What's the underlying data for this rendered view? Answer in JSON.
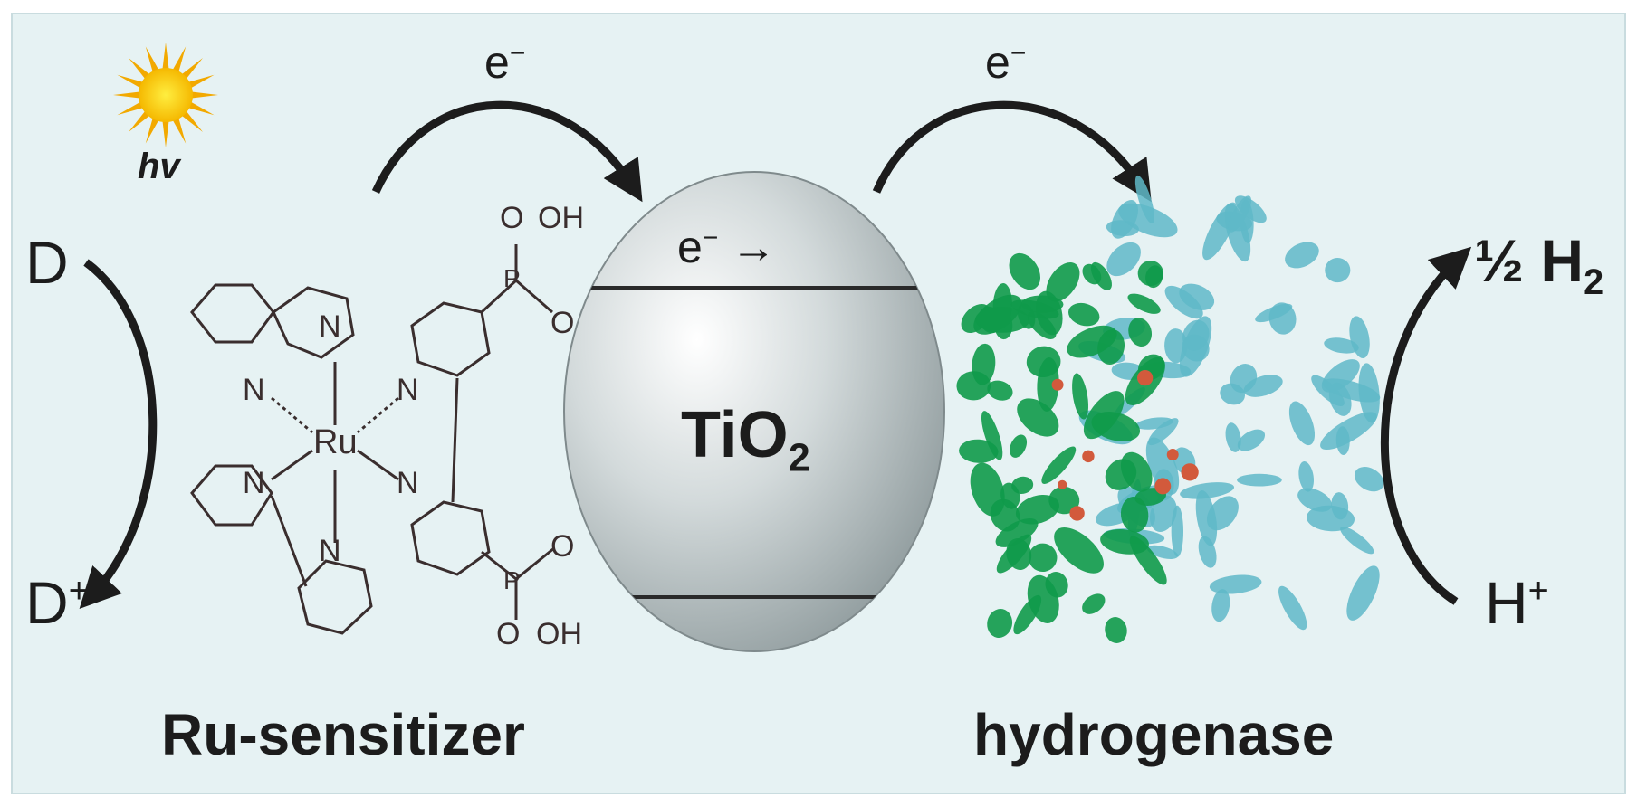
{
  "light": {
    "label": "hv"
  },
  "donor": {
    "reduced": "D",
    "oxidized": "D",
    "oxidized_charge": "+"
  },
  "electron_arrow_1": {
    "label": "e",
    "charge": "−"
  },
  "electron_arrow_2": {
    "label": "e",
    "charge": "−"
  },
  "tio2": {
    "label": "TiO",
    "subscript": "2",
    "band_label": "e",
    "band_charge": "−",
    "band_arrow": "→"
  },
  "sensitizer": {
    "name": "Ru-sensitizer",
    "metal": "Ru",
    "atoms": {
      "n1": "N",
      "n2": "N",
      "n3": "N",
      "n4": "N",
      "n5": "N",
      "n6": "N",
      "o1": "O",
      "oh1": "OH",
      "o2": "O",
      "o3": "O",
      "o4": "O",
      "oh2": "OH",
      "p1": "P",
      "p2": "P"
    }
  },
  "enzyme": {
    "name": "hydrogenase"
  },
  "proton": {
    "label": "H",
    "charge": "+"
  },
  "hydrogen": {
    "coefficient": "½",
    "label": "H",
    "subscript": "2"
  },
  "colors": {
    "background": "#e6f2f3",
    "sun": "#f7c600",
    "sphere": "#b9c4c6",
    "enzyme_green": "#0f9a4a",
    "enzyme_cyan": "#5fb8c8",
    "structure": "#3a2e2e",
    "oxygen_highlight": "#d25a3c"
  }
}
